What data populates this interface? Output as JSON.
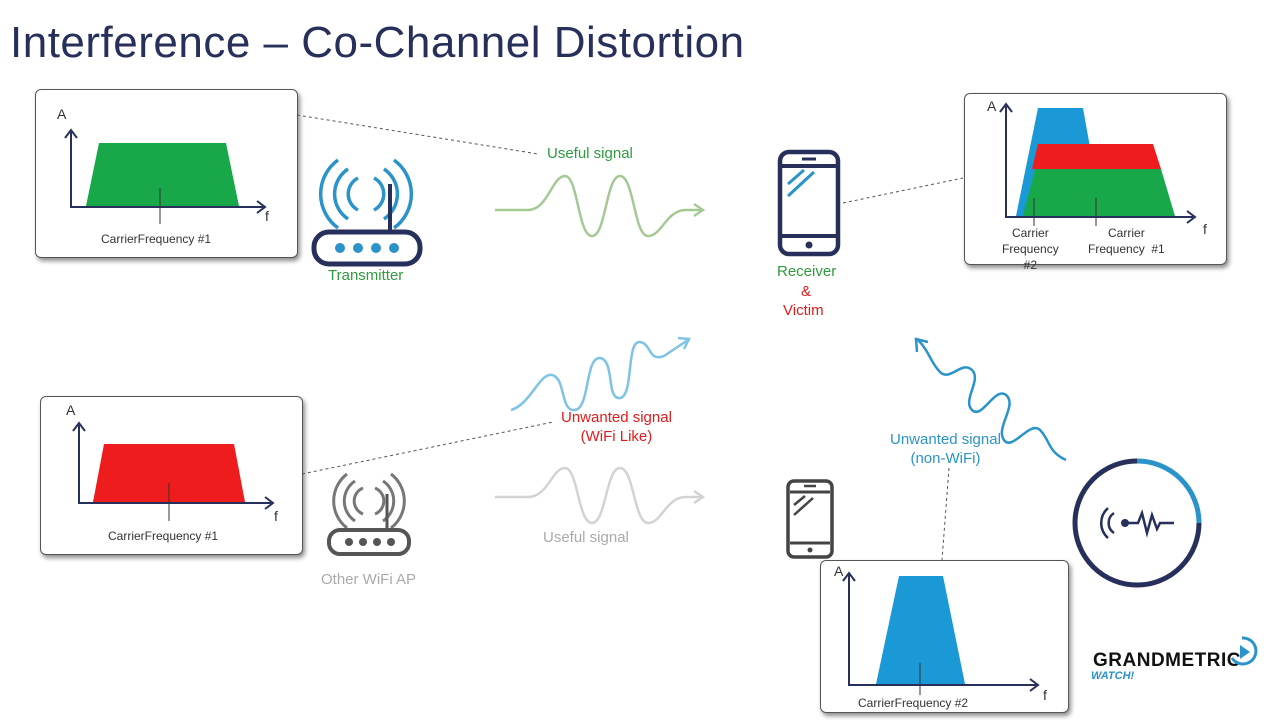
{
  "title": "Interference – Co-Channel Distortion",
  "colors": {
    "navy": "#27305a",
    "green": "#18a84a",
    "red": "#ee1c1c",
    "blue": "#1a99d6",
    "light_green": "#a5c994",
    "light_blue": "#7fc3e4",
    "grey": "#cccccc"
  },
  "panels": {
    "top_left": {
      "a": "A",
      "f": "f",
      "freq": "CarrierFrequency  #1"
    },
    "top_right": {
      "a": "A",
      "f": "f",
      "freq2": "Carrier\nFrequency\n#2",
      "freq1": "Carrier\nFrequency  #1"
    },
    "bottom_left": {
      "a": "A",
      "f": "f",
      "freq": "CarrierFrequency  #1"
    },
    "bottom_center": {
      "a": "A",
      "f": "f",
      "freq": "CarrierFrequency  #2"
    }
  },
  "labels": {
    "useful_signal_top": "Useful signal",
    "transmitter": "Transmitter",
    "receiver": "Receiver",
    "amp": "&",
    "victim": "Victim",
    "unwanted_wifi": "Unwanted signal\n(WiFi Like)",
    "useful_signal_bottom": "Useful signal",
    "other_ap": "Other WiFi AP",
    "unwanted_nonwifi": "Unwanted signal\n(non-WiFi)"
  },
  "icons": {
    "transmitter": "router-icon",
    "receiver": "smartphone-icon",
    "other_ap": "router-icon",
    "other_phone": "smartphone-icon",
    "interferer": "signal-source-icon",
    "brand": "play-icon"
  },
  "brand": {
    "name": "GRANDMETRIC",
    "sub": "WATCH!"
  }
}
